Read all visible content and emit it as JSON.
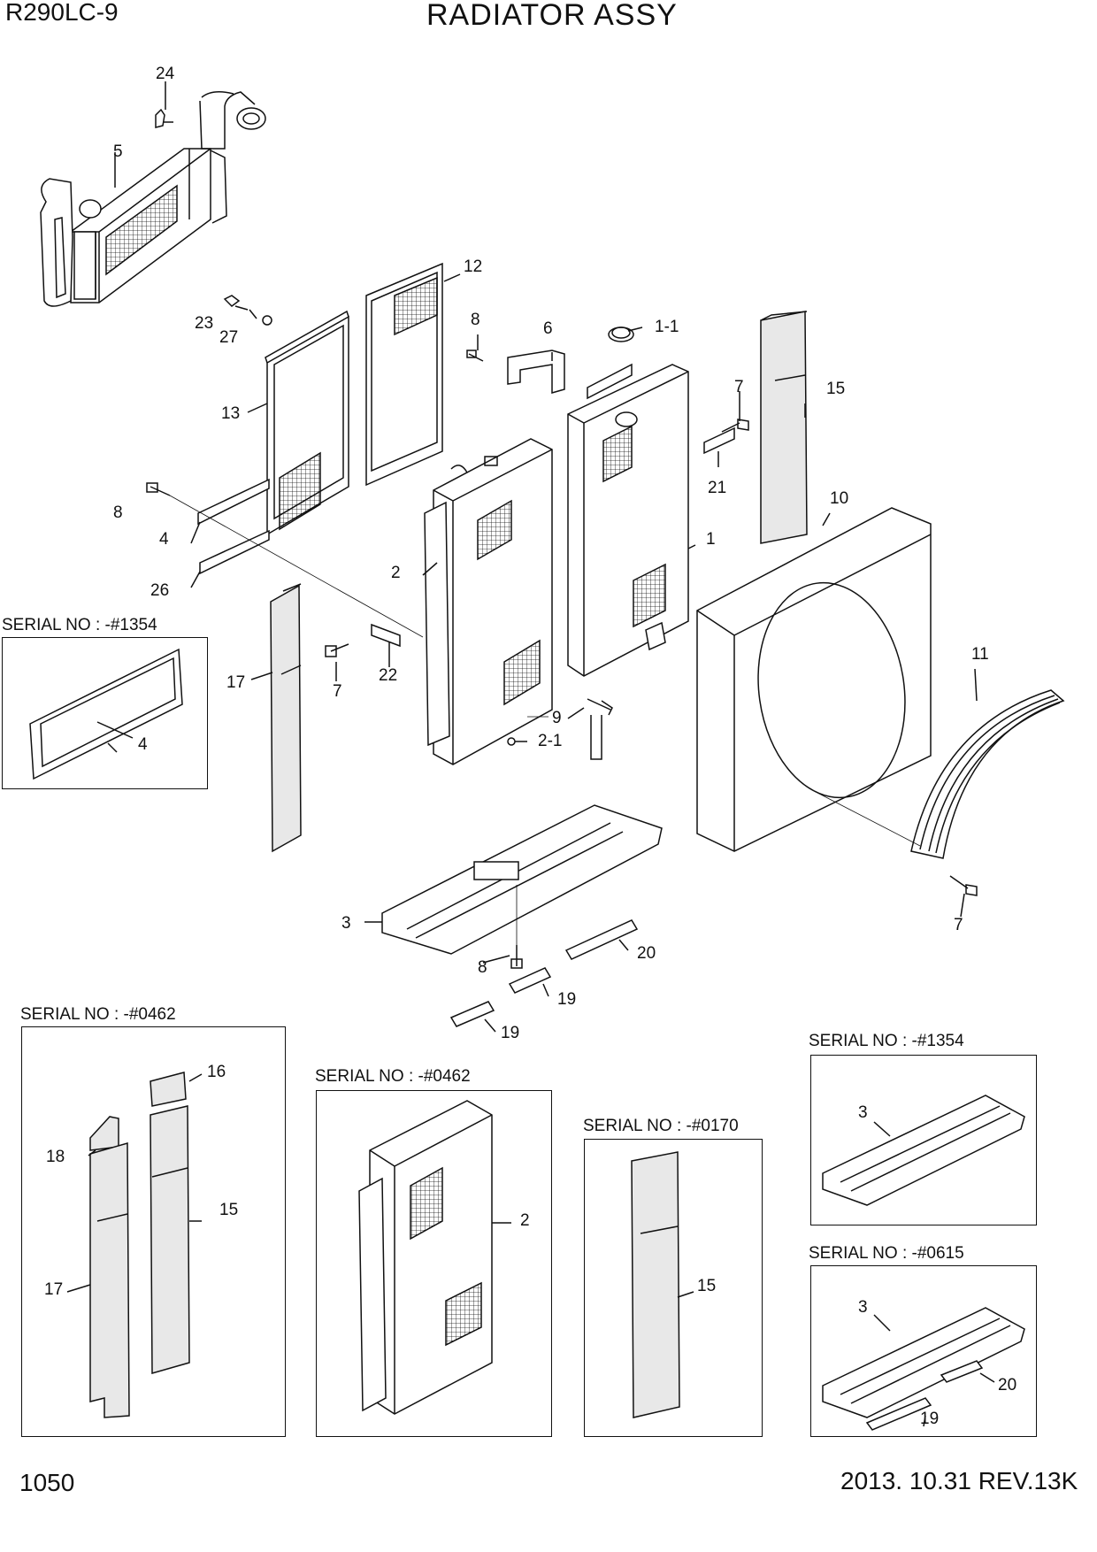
{
  "header": {
    "model": "R290LC-9",
    "title": "RADIATOR ASSY"
  },
  "footer": {
    "page_number": "1050",
    "revision": "2013. 10.31  REV.13K"
  },
  "serial_boxes": [
    {
      "id": "sn-a",
      "label": "SERIAL NO : -#1354",
      "parts": [
        "4"
      ]
    },
    {
      "id": "sn-b",
      "label": "SERIAL NO : -#0462",
      "parts": [
        "16",
        "18",
        "15",
        "17"
      ]
    },
    {
      "id": "sn-c",
      "label": "SERIAL NO : -#0462",
      "parts": [
        "2"
      ]
    },
    {
      "id": "sn-d",
      "label": "SERIAL NO : -#0170",
      "parts": [
        "15"
      ]
    },
    {
      "id": "sn-e",
      "label": "SERIAL NO : -#1354",
      "parts": [
        "3"
      ]
    },
    {
      "id": "sn-f",
      "label": "SERIAL NO : -#0615",
      "parts": [
        "3",
        "20",
        "19"
      ]
    }
  ],
  "callouts": [
    "24",
    "5",
    "12",
    "23",
    "27",
    "8",
    "6",
    "1-1",
    "13",
    "7",
    "15",
    "21",
    "8",
    "4",
    "10",
    "2",
    "1",
    "26",
    "11",
    "17",
    "22",
    "7",
    "9",
    "2-1",
    "3",
    "20",
    "8",
    "19",
    "19",
    "4",
    "16",
    "18",
    "15",
    "17",
    "2",
    "15",
    "3",
    "3",
    "20",
    "19",
    "7"
  ]
}
